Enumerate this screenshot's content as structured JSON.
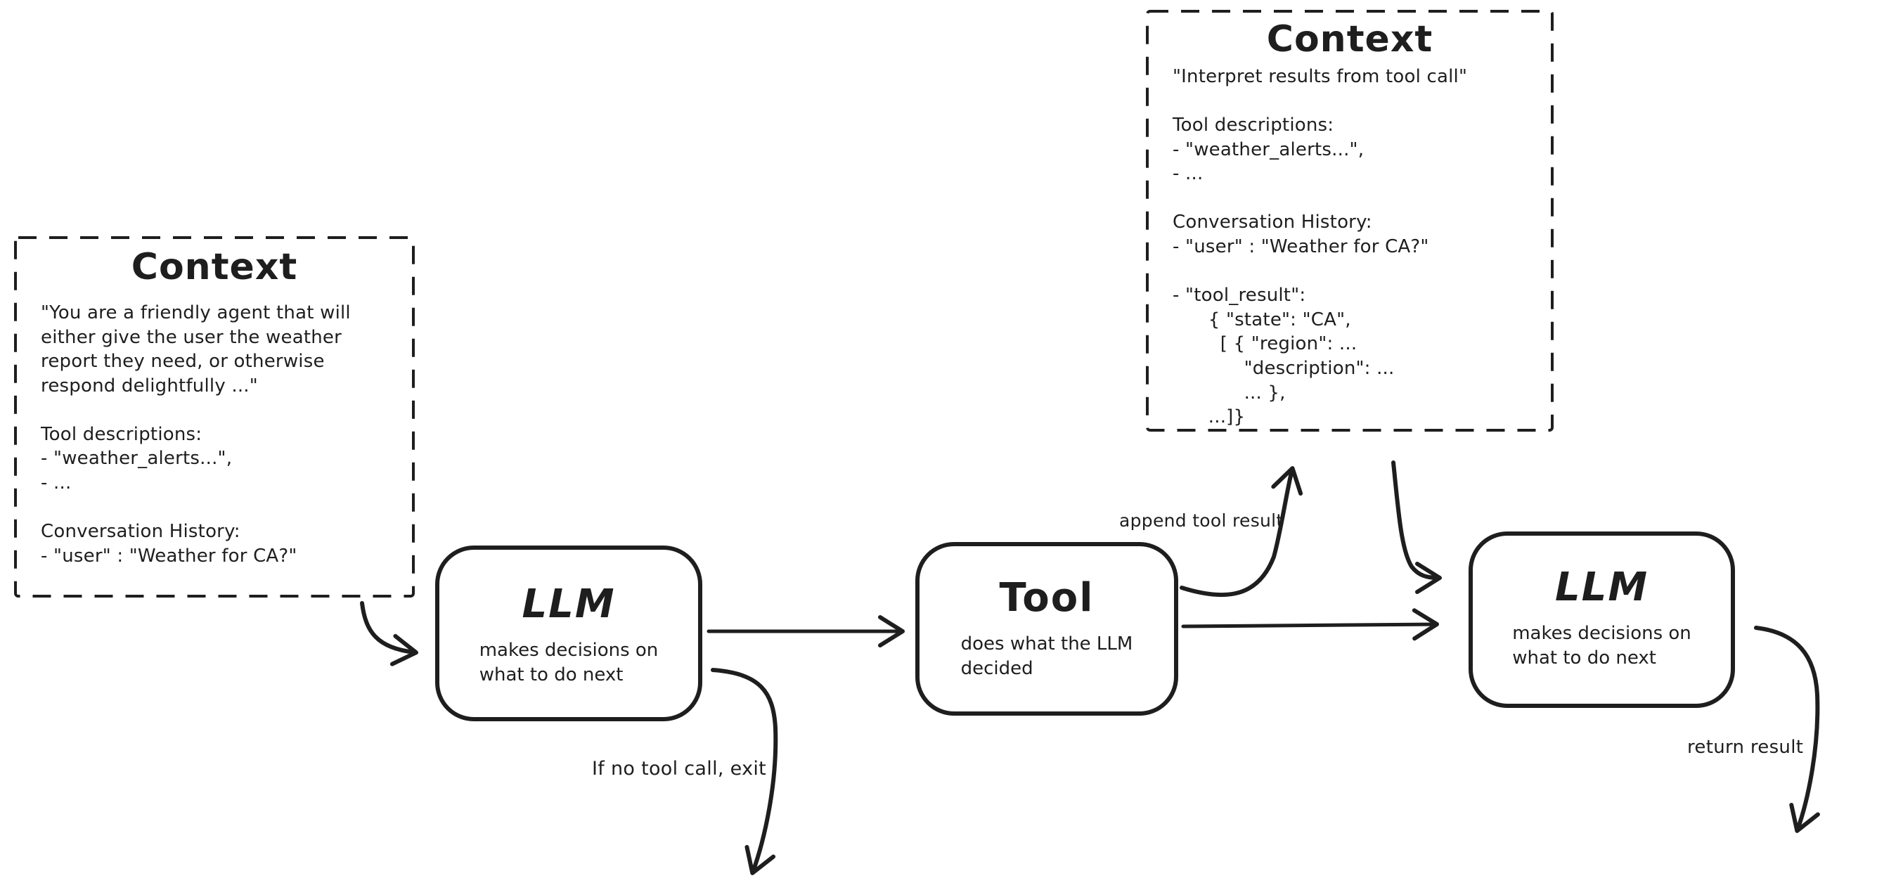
{
  "diagram": {
    "colors": {
      "stroke": "#1e1e1e",
      "background": "#ffffff"
    },
    "context_left": {
      "title": "Context",
      "body": "\"You are a friendly agent that will\neither give the user the weather\nreport they need, or otherwise\nrespond delightfully ...\"\n\nTool descriptions:\n- \"weather_alerts...\",\n- ...\n\nConversation History:\n- \"user\" : \"Weather for CA?\""
    },
    "context_right": {
      "title": "Context",
      "body": "\"Interpret results from tool call\"\n\nTool descriptions:\n- \"weather_alerts...\",\n- ...\n\nConversation History:\n- \"user\" : \"Weather for CA?\"\n\n- \"tool_result\":\n      { \"state\": \"CA\",\n        [ { \"region\": ...\n            \"description\": ...\n            ... },\n      ...]}"
    },
    "llm_first": {
      "title": "LLM",
      "subtitle": "makes decisions on\nwhat to do next"
    },
    "tool": {
      "title": "Tool",
      "subtitle": "does what the LLM\ndecided"
    },
    "llm_second": {
      "title": "LLM",
      "subtitle": "makes decisions on\nwhat to do next"
    },
    "labels": {
      "append_tool_result": "append tool result",
      "if_no_tool_call_exit": "If no tool call, exit",
      "return_result": "return result"
    }
  }
}
